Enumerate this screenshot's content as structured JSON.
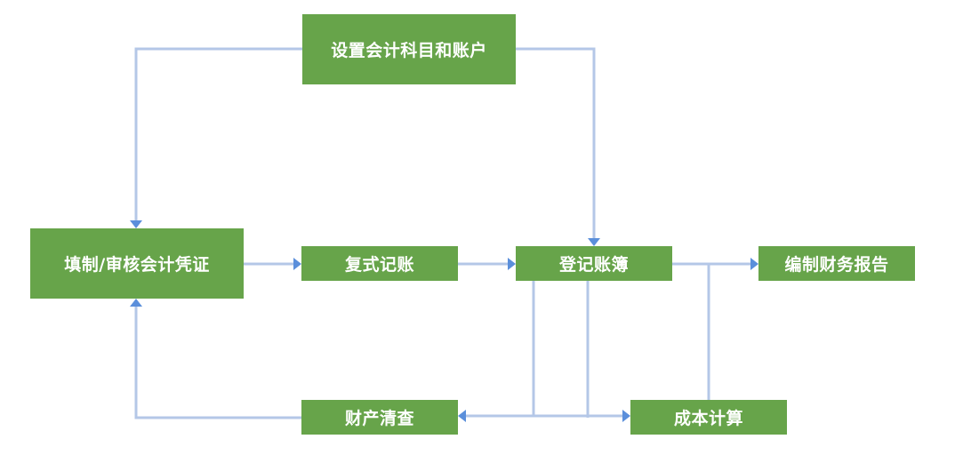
{
  "colors": {
    "node_fill": "#67a44a",
    "node_text": "#ffffff",
    "connector": "#b4c7e7",
    "arrowhead": "#5b8fdb",
    "background": "#ffffff"
  },
  "nodes": {
    "setup": {
      "label": "设置会计科目和账户"
    },
    "voucher": {
      "label": "填制/审核会计凭证"
    },
    "double_entry": {
      "label": "复式记账"
    },
    "ledger": {
      "label": "登记账簿"
    },
    "report": {
      "label": "编制财务报告"
    },
    "inventory": {
      "label": "财产清查"
    },
    "cost": {
      "label": "成本计算"
    }
  },
  "edges": [
    {
      "from": "设置会计科目和账户",
      "to": "填制/审核会计凭证"
    },
    {
      "from": "设置会计科目和账户",
      "to": "登记账簿"
    },
    {
      "from": "填制/审核会计凭证",
      "to": "复式记账"
    },
    {
      "from": "复式记账",
      "to": "登记账簿"
    },
    {
      "from": "登记账簿",
      "to": "编制财务报告"
    },
    {
      "from": "成本计算",
      "to": "编制财务报告"
    },
    {
      "from": "登记账簿",
      "to": "财产清查"
    },
    {
      "from": "登记账簿",
      "to": "成本计算"
    },
    {
      "from": "财产清查",
      "to": "填制/审核会计凭证"
    }
  ]
}
